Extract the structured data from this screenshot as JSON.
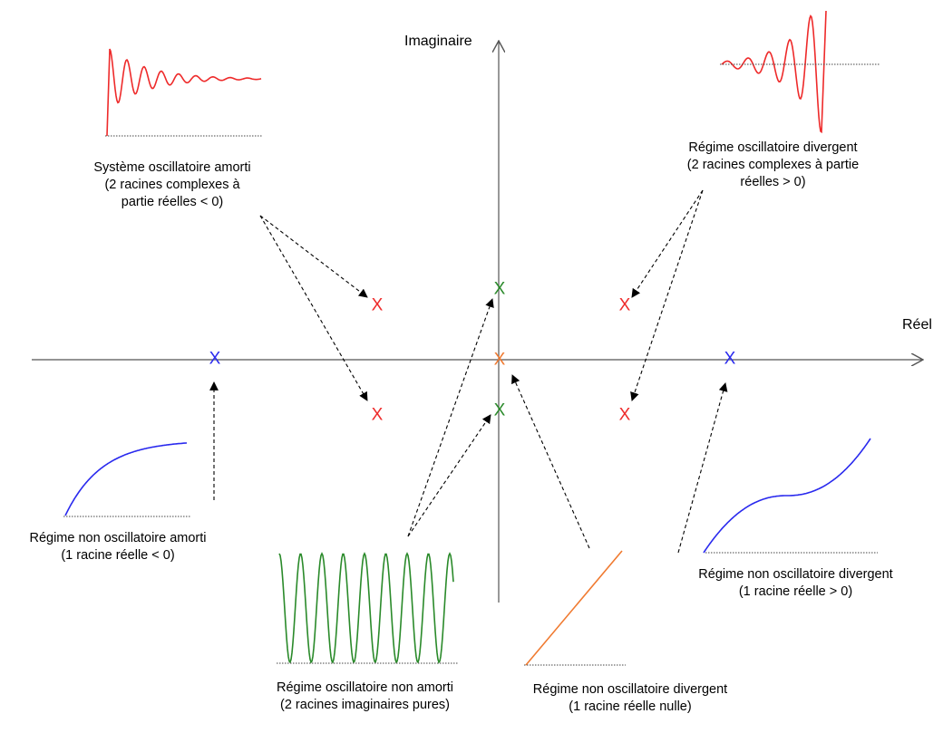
{
  "axes": {
    "real_label": "Réel",
    "imag_label": "Imaginaire"
  },
  "colors": {
    "red": "#ee2a2a",
    "blue": "#2a2aee",
    "green": "#2a8a2a",
    "orange": "#f07a30",
    "axis": "#555555"
  },
  "pole_glyph": "X",
  "poles": {
    "damped_upper": "X",
    "damped_lower": "X",
    "divergent_osc_upper": "X",
    "divergent_osc_lower": "X",
    "real_negative": "X",
    "real_positive": "X",
    "imag_upper": "X",
    "imag_lower": "X",
    "origin": "X"
  },
  "captions": {
    "damped_oscillatory": [
      "Système oscillatoire amorti",
      "(2 racines complexes à",
      "partie réelles < 0)"
    ],
    "divergent_oscillatory": [
      "Régime oscillatoire divergent",
      "(2 racines complexes à partie",
      "réelles > 0)"
    ],
    "non_osc_damped": [
      "Régime  non oscillatoire amorti",
      "(1 racine  réelle < 0)"
    ],
    "non_osc_divergent_pos": [
      "Régime  non oscillatoire divergent",
      "(1 racine  réelle > 0)"
    ],
    "undamped_oscillatory": [
      "Régime  oscillatoire non amorti",
      "(2  racines imaginaires pures)"
    ],
    "non_osc_divergent_zero": [
      "Régime  non oscillatoire divergent",
      "(1 racine  réelle nulle)"
    ]
  }
}
